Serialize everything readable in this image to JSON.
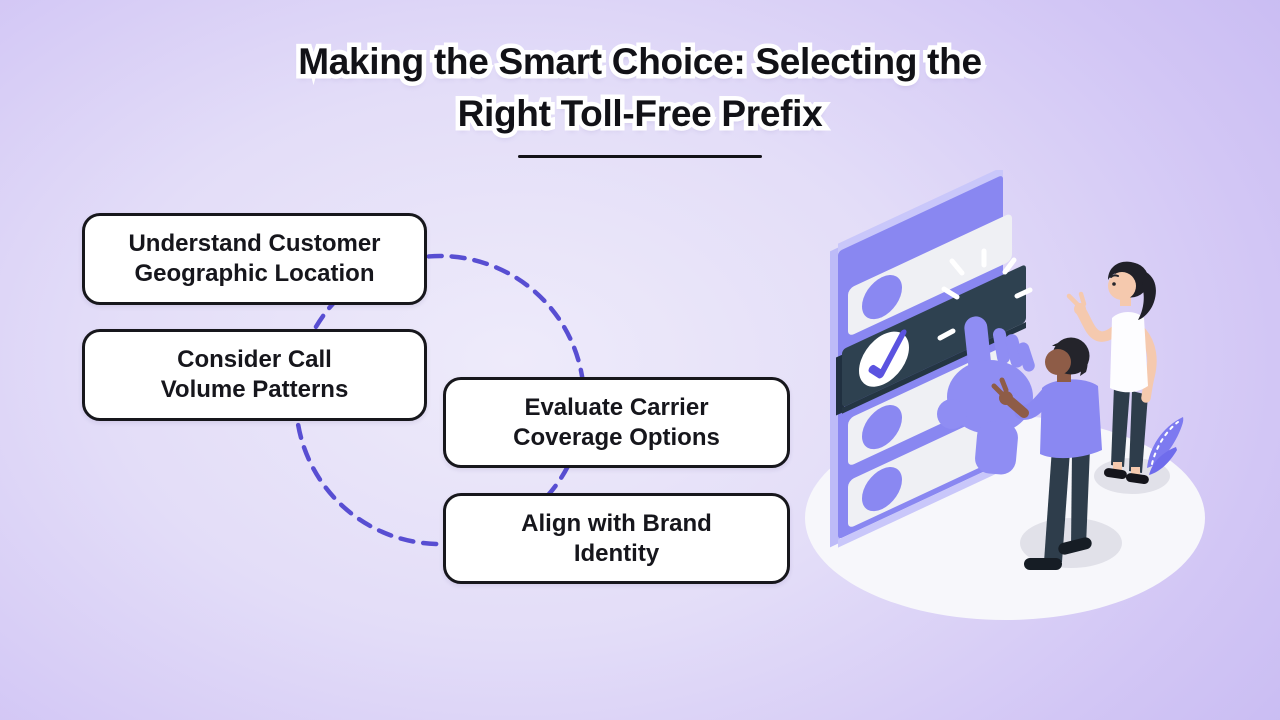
{
  "title": {
    "line1": "Making the Smart Choice: Selecting the",
    "line2": "Right Toll-Free Prefix"
  },
  "steps": [
    {
      "label": "Understand Customer\nGeographic Location"
    },
    {
      "label": "Consider Call\nVolume Patterns"
    },
    {
      "label": "Evaluate Carrier\nCoverage Options"
    },
    {
      "label": "Align with Brand\nIdentity"
    }
  ],
  "colors": {
    "background_outer": "#c8bbf2",
    "background_inner": "#eeebfa",
    "connector_dash": "#584ed2",
    "box_background": "#ffffff",
    "box_border": "#17171c",
    "title_ink": "#121217",
    "title_outline": "#ffffff",
    "accent_periwinkle": "#8a88f2",
    "checked_row": "#2e4150",
    "checkmark": "#5b53e0"
  }
}
